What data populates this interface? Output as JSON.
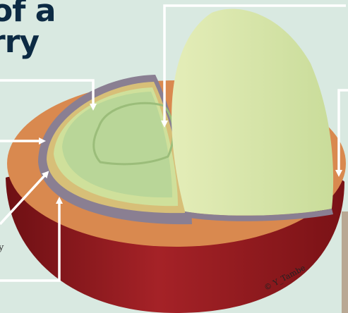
{
  "title": {
    "line1": "of a",
    "line2": "rry"
  },
  "side_label": "y",
  "credit": "© Y_Tambe",
  "colors": {
    "background": "#d9e9e1",
    "title": "#0c2a43",
    "skin": "#8e1a1e",
    "pulp": "#d9894f",
    "parchment": "#8a7f92",
    "bean_light": "#d8e6a8",
    "bean_green": "#b9d698",
    "arrow": "#ffffff"
  },
  "icons": [
    "arrow-right-icon",
    "arrow-down-icon",
    "arrow-up-icon"
  ]
}
